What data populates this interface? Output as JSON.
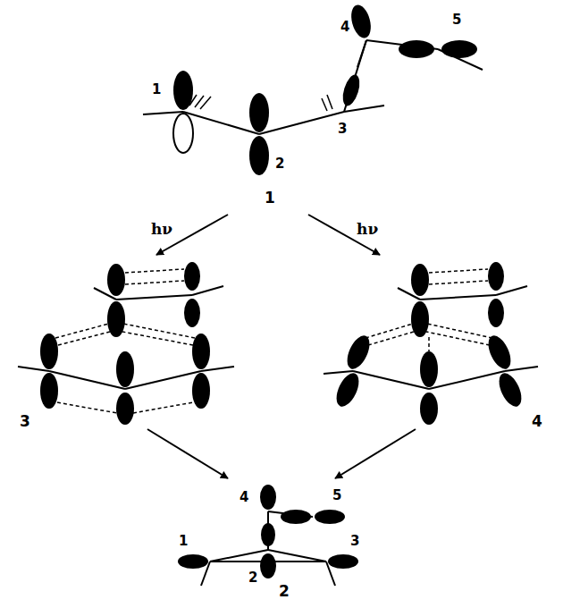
{
  "diagram": {
    "nodes": [
      {
        "text": [
          "1"
        ]
      },
      {
        "text": [
          "3"
        ]
      },
      {
        "text": [
          "4"
        ]
      },
      {
        "text": [
          "2"
        ]
      }
    ],
    "edges": [
      {
        "from": 0,
        "to": 1,
        "arrow": "to",
        "label": "hν"
      },
      {
        "from": 0,
        "to": 2,
        "arrow": "to",
        "label": "hν"
      },
      {
        "from": 1,
        "to": 3,
        "arrow": "to"
      },
      {
        "from": 2,
        "to": 3,
        "arrow": "to"
      }
    ],
    "labels": [
      "4",
      "5",
      "1",
      "2",
      "3",
      "4",
      "5",
      "1",
      "3",
      "2"
    ]
  }
}
